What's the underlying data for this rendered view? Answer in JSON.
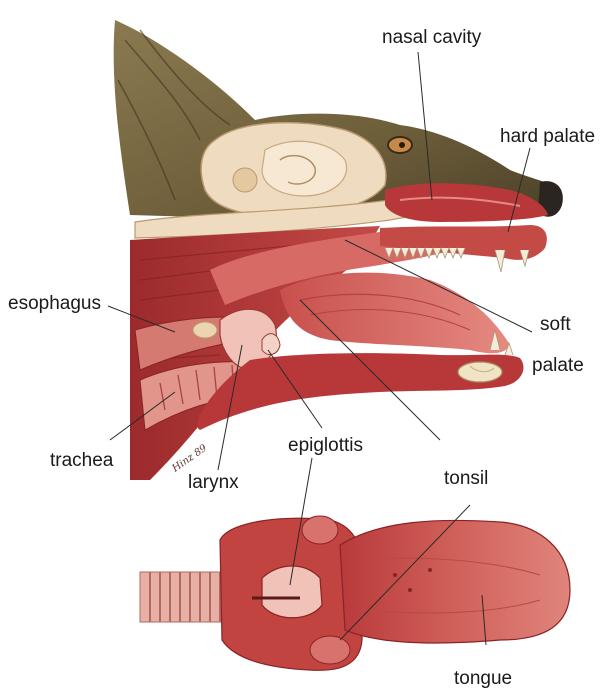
{
  "labels": {
    "nasal_cavity": "nasal cavity",
    "hard_palate": "hard palate",
    "esophagus": "esophagus",
    "soft": "soft",
    "palate": "palate",
    "trachea": "trachea",
    "larynx": "larynx",
    "epiglottis": "epiglottis",
    "tonsil": "tonsil",
    "tongue": "tongue"
  },
  "colors": {
    "fur": "#7a6a42",
    "fur_dark": "#4a3f28",
    "muscle": "#b8383a",
    "muscle_dark": "#8a2226",
    "mucosa": "#d86a66",
    "mucosa_light": "#e99790",
    "bone": "#efdcc0",
    "bone_dark": "#d8bf98",
    "tooth": "#f4ecd6",
    "trachea_ring": "#e8b0a4",
    "text": "#1a1a1a"
  },
  "signature": "Hinz 89"
}
